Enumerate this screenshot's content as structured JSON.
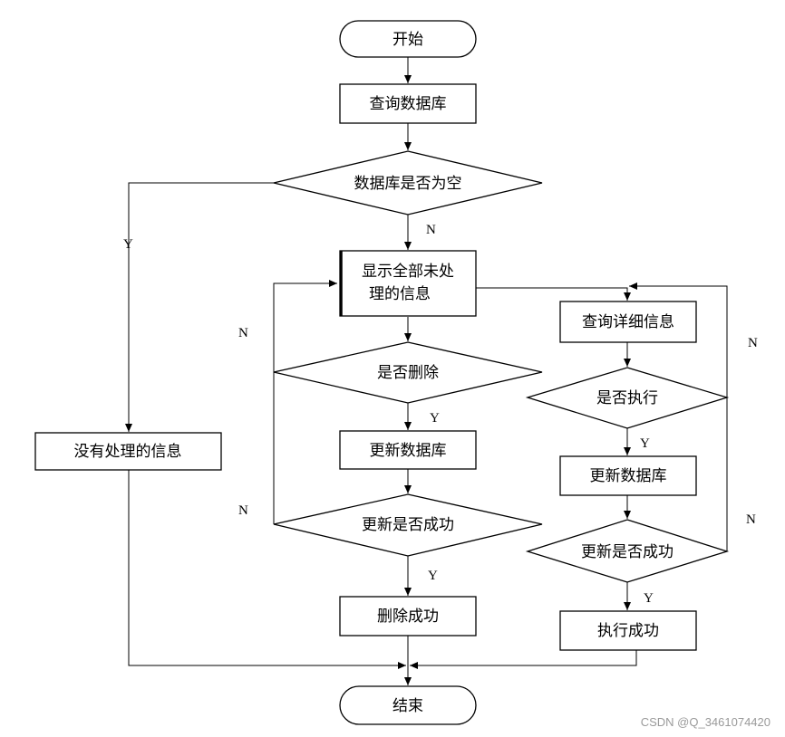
{
  "nodes": {
    "start": "开始",
    "query_db": "查询数据库",
    "db_empty": "数据库是否为空",
    "show_all_line1": "显示全部未处",
    "show_all_line2": "理的信息",
    "no_info": "没有处理的信息",
    "delete_q": "是否删除",
    "update_db_left": "更新数据库",
    "update_ok_left": "更新是否成功",
    "delete_ok": "删除成功",
    "query_detail": "查询详细信息",
    "execute_q": "是否执行",
    "update_db_right": "更新数据库",
    "update_ok_right": "更新是否成功",
    "execute_ok": "执行成功",
    "end": "结束"
  },
  "edge_labels": {
    "empty_yes": "Y",
    "empty_no": "N",
    "delete_yes": "Y",
    "delete_no": "N",
    "update_left_yes": "Y",
    "update_left_no": "N",
    "execute_yes": "Y",
    "execute_no": "N",
    "update_right_yes": "Y",
    "update_right_no": "N"
  },
  "watermark": "CSDN @Q_3461074420"
}
